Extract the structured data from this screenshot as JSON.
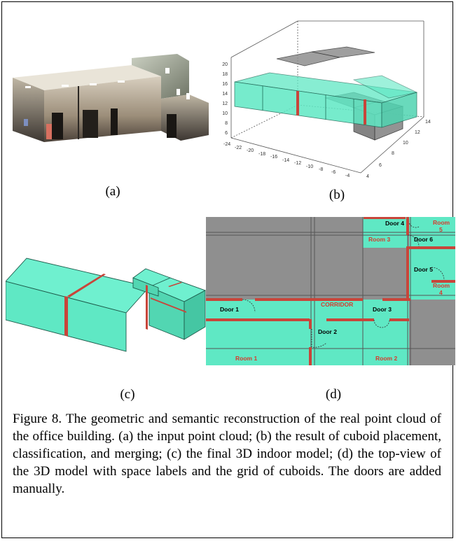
{
  "figure": {
    "panels": [
      {
        "label": "(a)"
      },
      {
        "label": "(b)"
      },
      {
        "label": "(c)"
      },
      {
        "label": "(d)"
      }
    ],
    "caption": "Figure 8. The geometric and semantic reconstruction of the real point cloud of the office building. (a) the input point cloud; (b) the result of cuboid placement, classification, and merging; (c) the final 3D indoor model; (d) the top-view of the 3D model with space labels and the grid of cuboids. The doors are added manually."
  },
  "plot_b": {
    "z_ticks": [
      "20",
      "18",
      "16",
      "14",
      "12",
      "10",
      "8",
      "6"
    ],
    "x_ticks": [
      "-24",
      "-22",
      "-20",
      "-18",
      "-16",
      "-14",
      "-12",
      "-10",
      "-8",
      "-6",
      "-4"
    ],
    "y_ticks": [
      "4",
      "6",
      "8",
      "10",
      "12",
      "14"
    ]
  },
  "floorplan": {
    "spaces": {
      "corridor": "CORRIDOR",
      "room1": "Room 1",
      "room2": "Room 2",
      "room3": "Room 3",
      "room4_a": "Room",
      "room4_b": "4",
      "room5_a": "Room",
      "room5_b": "5"
    },
    "doors": {
      "door1": "Door 1",
      "door2": "Door 2",
      "door3": "Door 3",
      "door4": "Door 4",
      "door5": "Door 5",
      "door6": "Door 6"
    }
  },
  "colors": {
    "space_fill": "#5fe8c4",
    "wall_red": "#c8453a",
    "gray_fill": "#8f8f8f",
    "label_red": "#d63b2f"
  }
}
